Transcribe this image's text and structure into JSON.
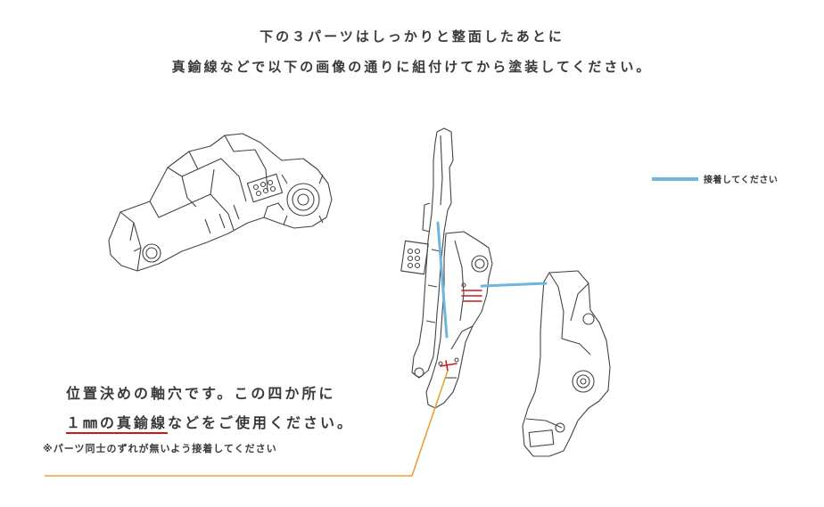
{
  "heading": {
    "line1": "下の３パーツはしっかりと整面したあとに",
    "line2": "真鍮線などで以下の画像の通りに組付けてから塗装してください。"
  },
  "legend": {
    "label": "接着してください",
    "color": "#6fb6dc"
  },
  "note": {
    "line1": "位置決めの軸穴です。この四か所に",
    "line2_underlined": "１㎜の真鍮線",
    "line2_rest": "などをご使用ください。",
    "line3": "※パーツ同士のずれが無いよう接着してください"
  },
  "colors": {
    "glue_line": "#6fb6dc",
    "pin_mark": "#cc1a1a",
    "leader_line": "#e8a13a",
    "part_stroke": "#444444"
  }
}
